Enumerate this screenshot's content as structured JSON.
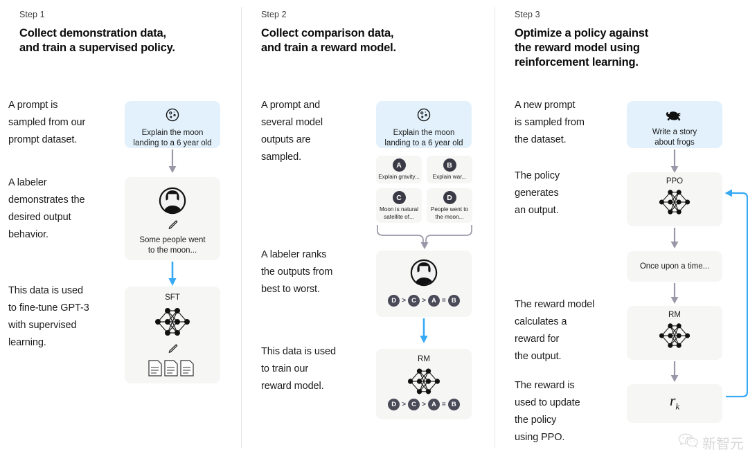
{
  "steps": [
    {
      "label": "Step 1",
      "title_lines": [
        "Collect demonstration data,",
        "and train a supervised policy."
      ],
      "paragraphs": [
        "A prompt is\nsampled from our\nprompt dataset.",
        "A labeler\ndemonstrates the\ndesired output\nbehavior.",
        "This data is used\nto fine-tune GPT-3\nwith supervised\nlearning."
      ],
      "cards": [
        {
          "name": "prompt-card",
          "icon": "moon-icon",
          "text": "Explain the moon\nlanding to a 6 year old",
          "style": "blue"
        },
        {
          "name": "labeler-card",
          "icon": "labeler-avatar-icon",
          "text": "Some people went\nto the moon...",
          "style": "grey"
        },
        {
          "name": "sft-model-card",
          "icon": "neural-net-icon",
          "title": "SFT",
          "sub_icon": "documents-icon",
          "style": "grey"
        }
      ]
    },
    {
      "label": "Step 2",
      "title_lines": [
        "Collect comparison data,",
        "and train a reward model."
      ],
      "paragraphs": [
        "A prompt and\nseveral model\noutputs are\nsampled.",
        "A labeler ranks\nthe outputs from\nbest to worst.",
        "This data is used\nto train our\nreward model."
      ],
      "cards": [
        {
          "name": "prompt-card",
          "icon": "moon-icon",
          "text": "Explain the moon\nlanding to a 6 year old",
          "style": "blue"
        },
        {
          "name": "labeler-ranking-card",
          "icon": "labeler-avatar-icon",
          "style": "grey"
        },
        {
          "name": "reward-model-card",
          "icon": "neural-net-icon",
          "title": "RM",
          "style": "grey"
        }
      ],
      "outputs": [
        {
          "badge": "A",
          "text": "Explain gravity..."
        },
        {
          "badge": "B",
          "text": "Explain war..."
        },
        {
          "badge": "C",
          "text": "Moon is natural\nsatellite of..."
        },
        {
          "badge": "D",
          "text": "People went to\nthe moon..."
        }
      ],
      "ranking": [
        "D",
        ">",
        "C",
        ">",
        "A",
        "=",
        "B"
      ]
    },
    {
      "label": "Step 3",
      "title_lines": [
        "Optimize a policy against",
        "the reward model using",
        "reinforcement learning."
      ],
      "paragraphs": [
        "A new prompt\nis sampled from\nthe dataset.",
        "The policy\ngenerates\nan output.",
        "The reward model\ncalculates a\nreward for\nthe output.",
        "The reward is\nused to update\nthe policy\nusing PPO."
      ],
      "cards": [
        {
          "name": "prompt-card",
          "icon": "frog-icon",
          "text": "Write a story\nabout frogs",
          "style": "blue"
        },
        {
          "name": "ppo-policy-card",
          "icon": "neural-net-icon",
          "title": "PPO",
          "style": "grey"
        },
        {
          "name": "generated-output-card",
          "text": "Once upon a time...",
          "style": "grey"
        },
        {
          "name": "reward-model-card",
          "icon": "neural-net-icon",
          "title": "RM",
          "style": "grey"
        },
        {
          "name": "reward-value-card",
          "formula": "r",
          "subscript": "k",
          "style": "grey"
        }
      ]
    }
  ],
  "watermark": {
    "text": "新智元",
    "icon": "wechat-icon"
  },
  "colors": {
    "prompt_card_bg": "#e2f1fb",
    "card_bg": "#f6f6f5",
    "badge_bg": "#4a4a58",
    "blue_arrow": "#37a9f5",
    "grey_arrow": "#9a98a8",
    "divider": "#e6e6e6"
  }
}
